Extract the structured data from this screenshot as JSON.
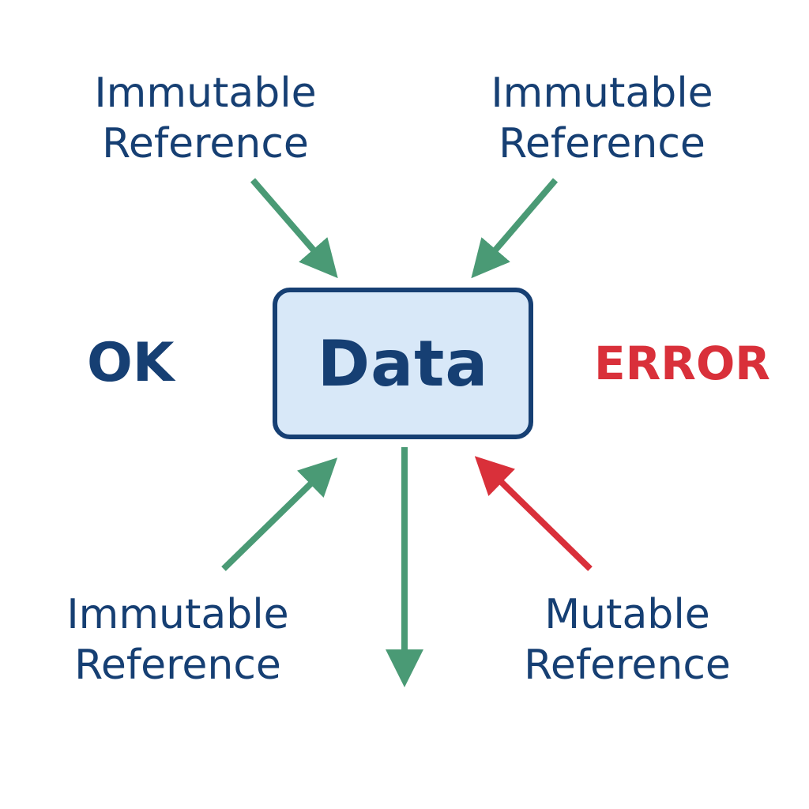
{
  "diagram": {
    "center_node": {
      "label": "Data"
    },
    "references": [
      {
        "id": "top-left",
        "line1": "Immutable",
        "line2": "Reference"
      },
      {
        "id": "top-right",
        "line1": "Immutable",
        "line2": "Reference"
      },
      {
        "id": "bottom-left",
        "line1": "Immutable",
        "line2": "Reference"
      },
      {
        "id": "bottom-right",
        "line1": "Mutable",
        "line2": "Reference"
      }
    ],
    "status": {
      "ok": "OK",
      "error": "ERROR"
    },
    "colors": {
      "text_primary": "#163f73",
      "arrow_ok": "#4a9a75",
      "arrow_error": "#d9303a",
      "box_fill": "#d8e8f8",
      "box_border": "#163f73"
    }
  }
}
